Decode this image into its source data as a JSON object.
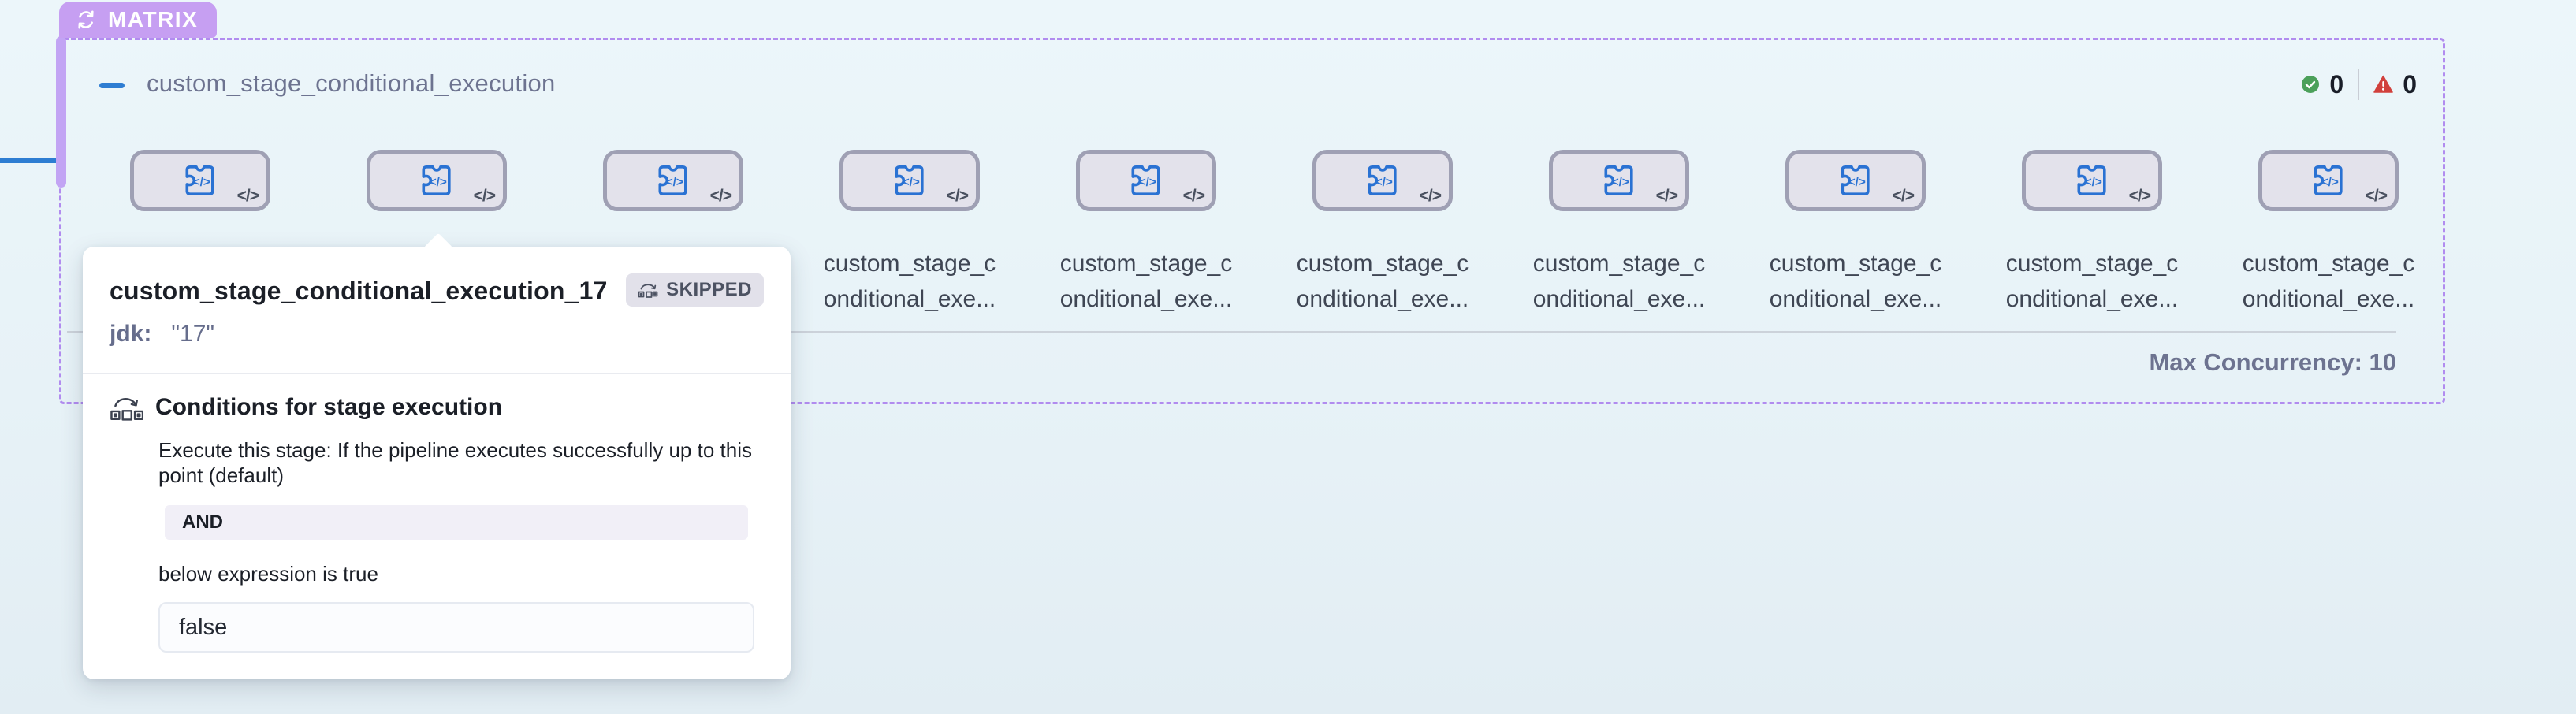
{
  "matrix": {
    "badge_label": "MATRIX",
    "group_title": "custom_stage_conditional_execution",
    "status": {
      "success_count": "0",
      "failed_count": "0"
    },
    "max_concurrency_label": "Max Concurrency: 10",
    "stages": {
      "count": 10,
      "label_line1": "custom_stage_c",
      "label_line2": "onditional_exe..."
    }
  },
  "tooltip": {
    "title": "custom_stage_conditional_execution_17",
    "status_badge": "SKIPPED",
    "param_label": "jdk:",
    "param_value": "\"17\"",
    "conditions": {
      "title": "Conditions for stage execution",
      "description": "Execute this stage: If the pipeline executes successfully up to this point (default)",
      "operator": "AND",
      "clause_intro": "below expression is true",
      "expression": "false"
    }
  },
  "icons": {
    "matrix_badge": "loop-icon",
    "collapse": "minus-icon",
    "success": "check-circle-icon",
    "failed": "warning-triangle-icon",
    "stage": "custom-stage-puzzle-icon",
    "stage_corner": "code-icon",
    "skipped": "skip-icon",
    "conditions": "conditional-execution-icon"
  },
  "colors": {
    "accent_purple": "#c69ff2",
    "border_purple": "#b18cef",
    "stage_blue": "#2a72d3",
    "success_green": "#4ba05a",
    "failed_red": "#d1403c",
    "card_bg": "#e3e2eb",
    "card_border": "#9fa0b4",
    "canvas_bg": "#e9f3f8"
  }
}
